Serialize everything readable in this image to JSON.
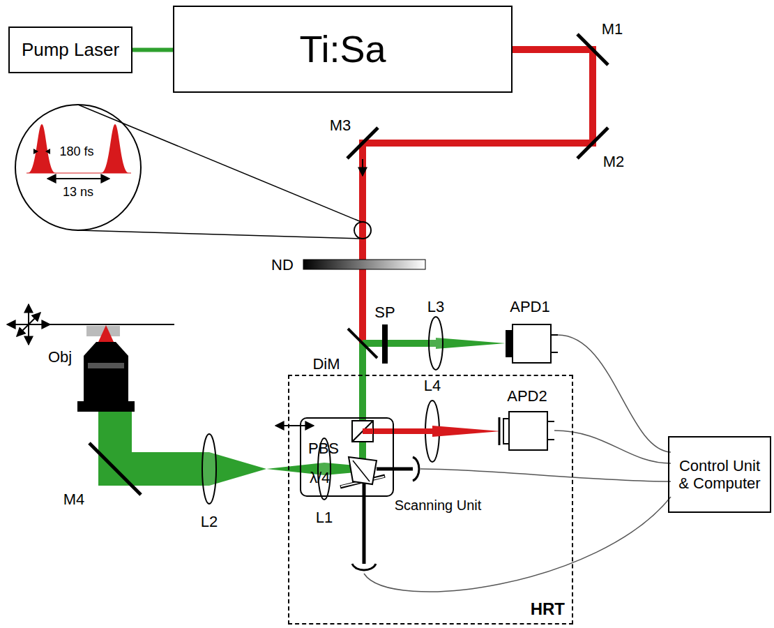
{
  "diagram": {
    "nodes": [
      {
        "text": [
          "Pump Laser"
        ]
      },
      {
        "text": [
          "Ti:Sa"
        ]
      },
      {
        "text": [
          "HRT"
        ]
      },
      {
        "text": [
          "PBS",
          "λ/4"
        ],
        "in": 2
      },
      {
        "text": [
          "Control Unit & Computer"
        ]
      }
    ],
    "edges": [
      {
        "from": 0,
        "to": 1,
        "arrow": "none"
      }
    ],
    "labels": [
      "M1",
      "M2",
      "M3",
      "180 fs",
      "13 ns",
      "ND",
      "SP",
      "L3",
      "APD1",
      "DiM",
      "L4",
      "APD2",
      "Obj",
      "M4",
      "L2",
      "L1",
      "Scanning Unit"
    ]
  }
}
